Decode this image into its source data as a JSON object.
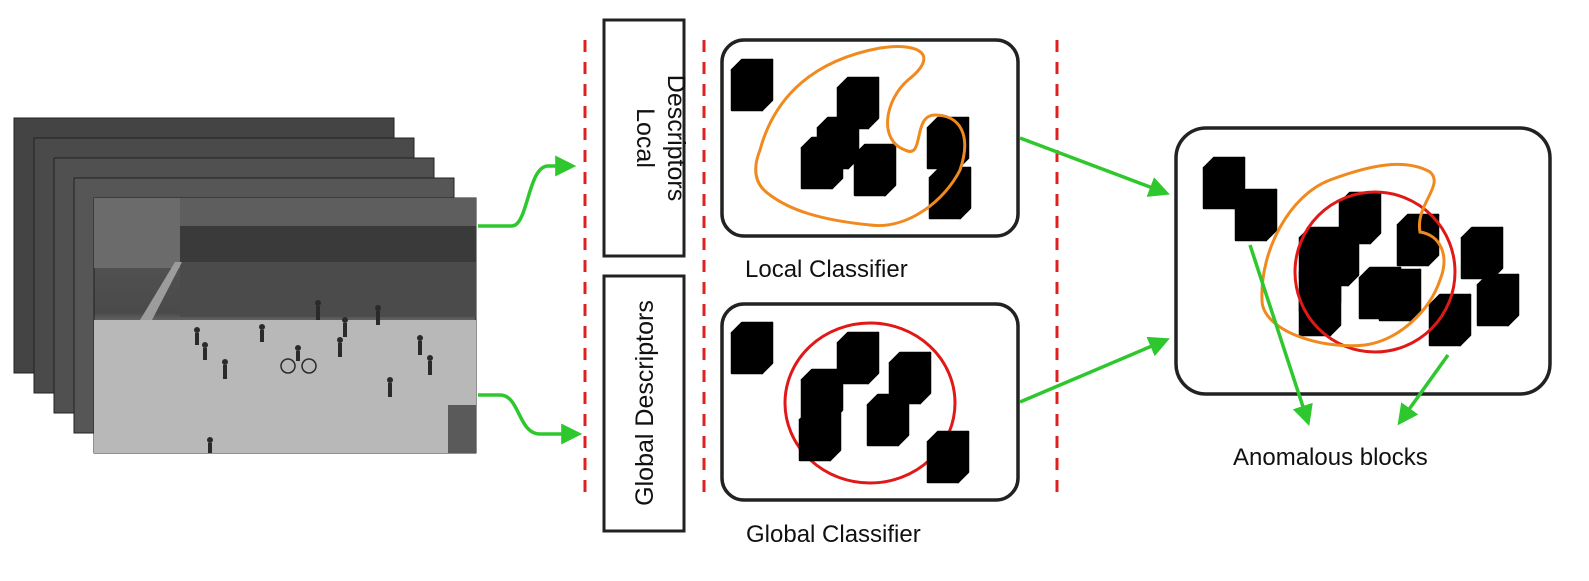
{
  "labels": {
    "local_descriptors_line1": "Local",
    "local_descriptors_line2": "Descriptors",
    "global_descriptors": "Global Descriptors",
    "local_classifier": "Local Classifier",
    "global_classifier": "Global Classifier",
    "anomalous_blocks": "Anomalous blocks"
  },
  "colors": {
    "arrow": "#2ec82e",
    "divider": "#e02020",
    "purple_cube": "#7a1a8c",
    "blue_cube": "#5a5ef0",
    "gray_cube": "#8a8a8a",
    "orange_boundary": "#f08a1e",
    "red_boundary": "#e01818"
  },
  "icons": {
    "video_frames": "surveillance-frame-stack",
    "cube": "cube-block-icon"
  }
}
